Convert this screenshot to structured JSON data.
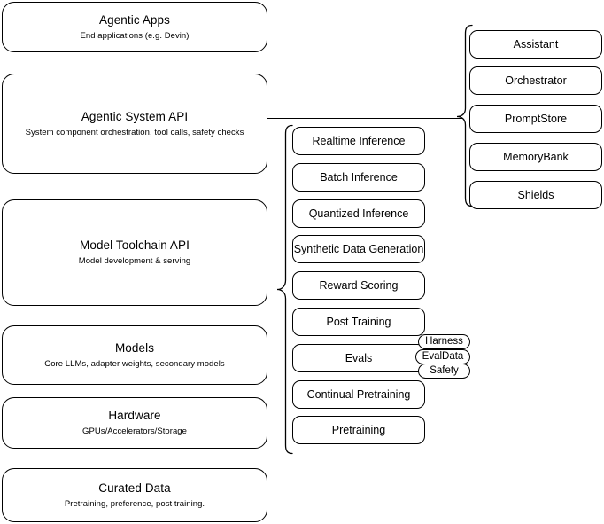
{
  "diagram": {
    "title": "Agentic AI stack layers",
    "stroke_color": "#000000",
    "background_color": "#ffffff"
  },
  "layers": [
    {
      "name": "agentic-apps",
      "title": "Agentic Apps",
      "subtitle": "End applications (e.g. Devin)"
    },
    {
      "name": "agentic-system-api",
      "title": "Agentic System API",
      "subtitle": "System component orchestration, tool calls, safety checks"
    },
    {
      "name": "model-toolchain-api",
      "title": "Model Toolchain API",
      "subtitle": "Model development & serving"
    },
    {
      "name": "models",
      "title": "Models",
      "subtitle": "Core LLMs, adapter weights, secondary models"
    },
    {
      "name": "hardware",
      "title": "Hardware",
      "subtitle": "GPUs/Accelerators/Storage"
    },
    {
      "name": "curated-data",
      "title": "Curated Data",
      "subtitle": "Pretraining, preference, post training."
    }
  ],
  "toolchain_components": [
    {
      "name": "realtime-inference",
      "label": "Realtime Inference"
    },
    {
      "name": "batch-inference",
      "label": "Batch Inference"
    },
    {
      "name": "quantized-inference",
      "label": "Quantized Inference"
    },
    {
      "name": "synthetic-data-generation",
      "label": "Synthetic Data Generation"
    },
    {
      "name": "reward-scoring",
      "label": "Reward Scoring"
    },
    {
      "name": "post-training",
      "label": "Post Training"
    },
    {
      "name": "evals",
      "label": "Evals"
    },
    {
      "name": "continual-pretraining",
      "label": "Continual Pretraining"
    },
    {
      "name": "pretraining",
      "label": "Pretraining"
    }
  ],
  "evals_tags": [
    {
      "name": "harness",
      "label": "Harness"
    },
    {
      "name": "evaldata",
      "label": "EvalData"
    },
    {
      "name": "safety",
      "label": "Safety"
    }
  ],
  "system_components": [
    {
      "name": "assistant",
      "label": "Assistant"
    },
    {
      "name": "orchestrator",
      "label": "Orchestrator"
    },
    {
      "name": "promptstore",
      "label": "PromptStore"
    },
    {
      "name": "memorybank",
      "label": "MemoryBank"
    },
    {
      "name": "shields",
      "label": "Shields"
    }
  ]
}
